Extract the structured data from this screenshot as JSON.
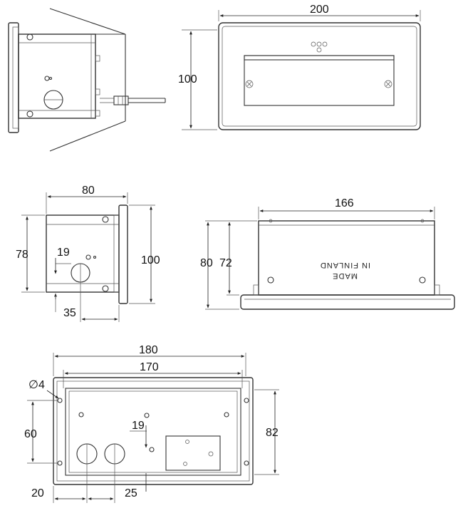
{
  "dimensions": {
    "front_width": "200",
    "front_height": "100",
    "side_depth": "80",
    "side_height_inner": "78",
    "side_height_outer": "100",
    "side_hole_offset_vertical": "19",
    "side_hole_offset_horizontal": "35",
    "bottom_width": "166",
    "bottom_height_outer": "80",
    "bottom_height_inner": "72",
    "back_width_outer": "180",
    "back_width_inner": "170",
    "back_hole_diameter": "4",
    "back_height_left": "60",
    "back_height_right": "82",
    "back_hole_offset_vertical": "19",
    "back_bottom_left": "20",
    "back_bottom_right": "25"
  },
  "labels": {
    "made_in_line1": "MADE",
    "made_in_line2": "IN FINLAND",
    "diameter_symbol": "∅"
  }
}
